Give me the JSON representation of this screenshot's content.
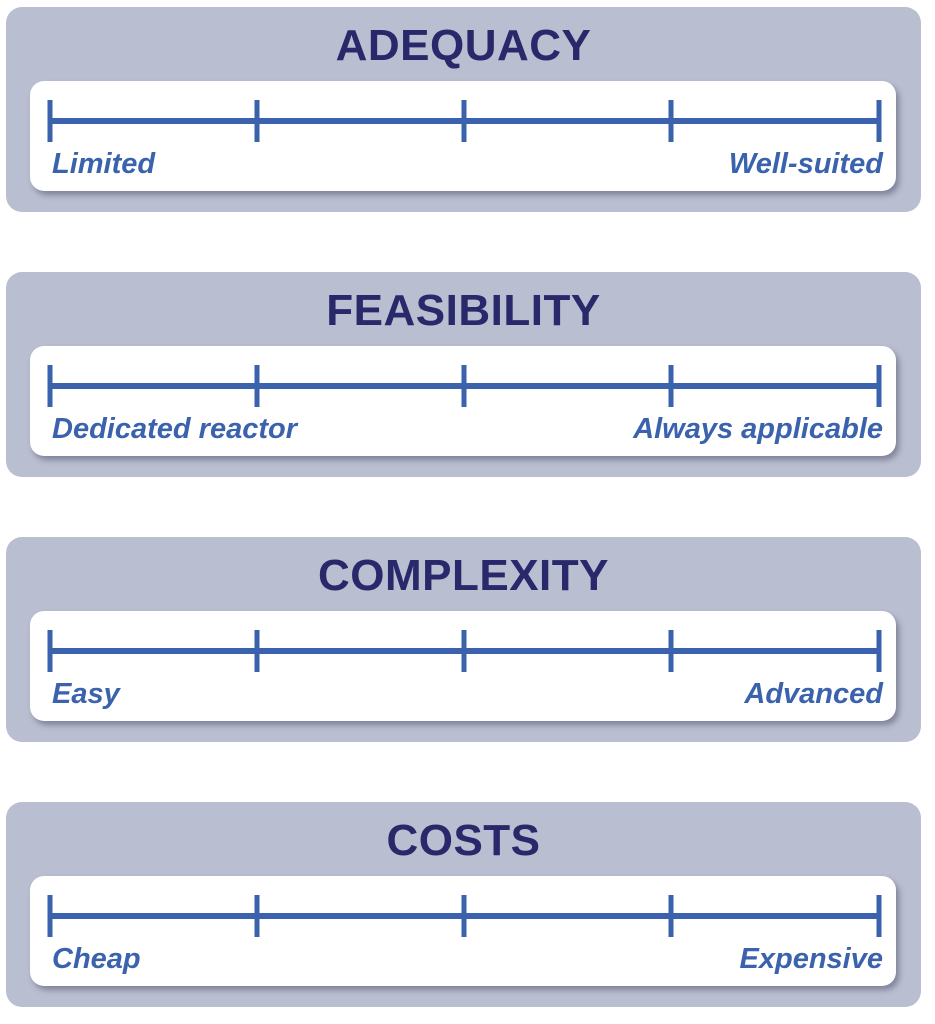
{
  "panels": [
    {
      "title": "ADEQUACY",
      "left_label": "Limited",
      "right_label": "Well-suited"
    },
    {
      "title": "FEASIBILITY",
      "left_label": "Dedicated reactor",
      "right_label": "Always applicable"
    },
    {
      "title": "COMPLEXITY",
      "left_label": "Easy",
      "right_label": "Advanced"
    },
    {
      "title": "COSTS",
      "left_label": "Cheap",
      "right_label": "Expensive"
    }
  ],
  "scale": {
    "ticks": 5
  },
  "colors": {
    "panel_background": "#b9bed0",
    "title": "#28286a",
    "scale_blue": "#3a62ad",
    "card_background": "#ffffff"
  }
}
